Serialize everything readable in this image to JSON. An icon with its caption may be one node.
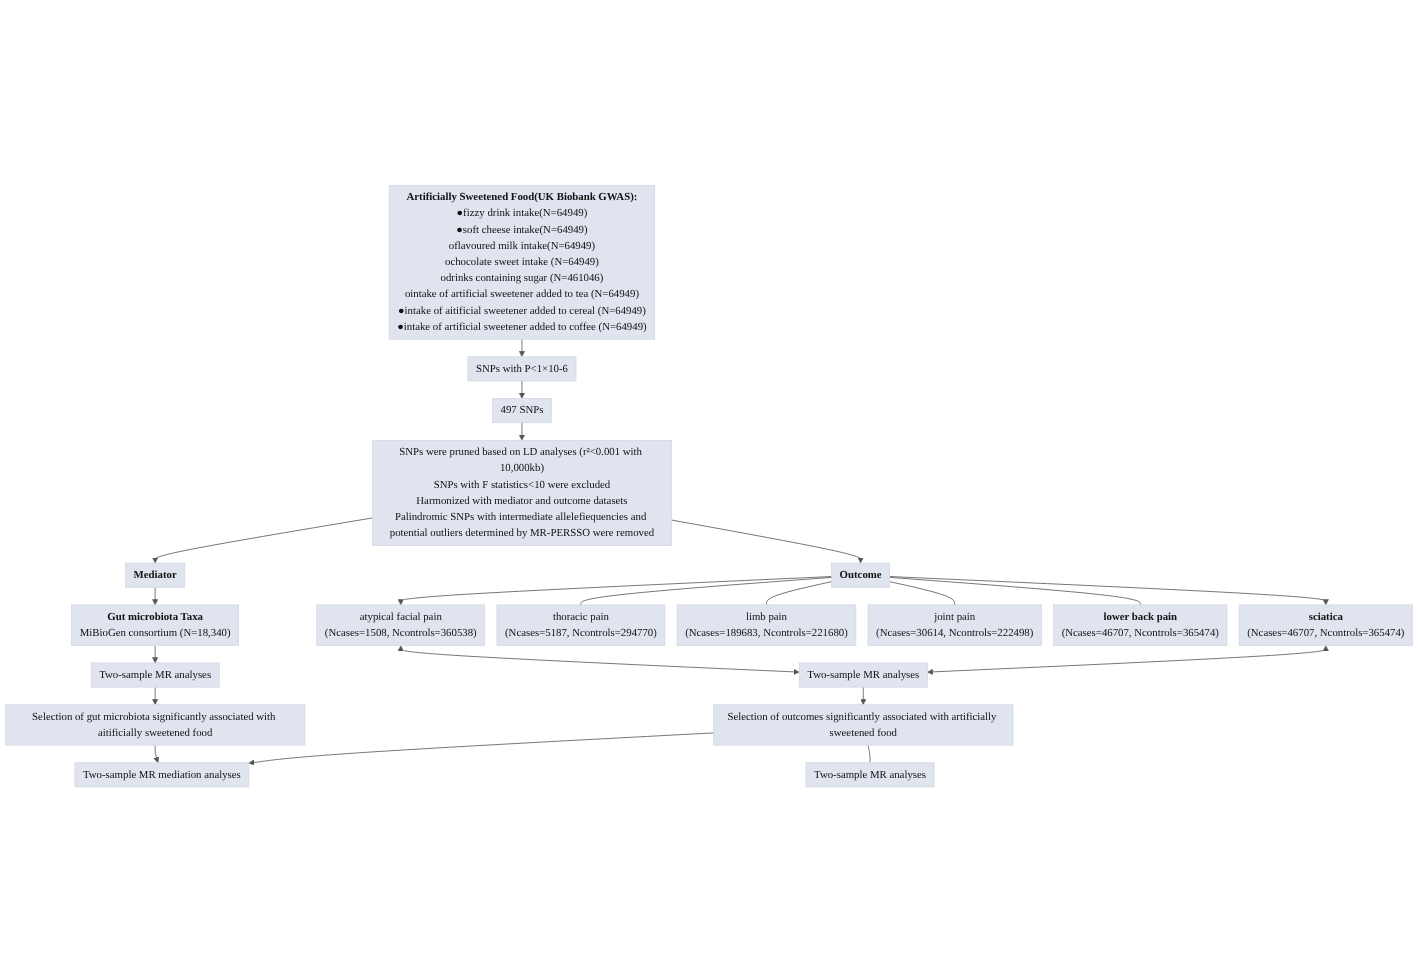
{
  "diagram": {
    "nodes": [
      {
        "text": [
          "Artificially Sweetened Food(UK Biobank GWAS):",
          "●fizzy drink intake(N=64949)",
          "●soft cheese intake(N=64949)",
          "oflavoured milk intake(N=64949)",
          "ochocolate sweet intake (N=64949)",
          "odrinks containing sugar (N=461046)",
          "ointake of artificial sweetener added to tea (N=64949)",
          "●intake of aitificial sweetener added to cereal (N=64949)",
          "●intake of artificial sweetener added to coffee (N=64949)"
        ]
      },
      {
        "text": [
          "SNPs with P<1×10-6"
        ]
      },
      {
        "text": [
          "497 SNPs"
        ]
      },
      {
        "text": [
          "SNPs were pruned based on LD analyses (r²<0.001 with 10,000kb)",
          "SNPs with F statistics<10 were excluded",
          "Harmonized with mediator and outcome datasets",
          "Palindromic SNPs with intermediate allelefiequencies and potential outliers determined by MR-PERSSO were removed"
        ]
      },
      {
        "text": [
          "Mediator"
        ]
      },
      {
        "text": [
          "Outcome"
        ]
      },
      {
        "text": [
          "Gut microbiota Taxa",
          "MiBioGen consortium (N=18,340)"
        ]
      },
      {
        "text": [
          "atypical facial pain",
          "(Ncases=1508, Ncontrols=360538)"
        ]
      },
      {
        "text": [
          "thoracic pain",
          "(Ncases=5187, Ncontrols=294770)"
        ]
      },
      {
        "text": [
          "limb pain",
          "(Ncases=189683, Ncontrols=221680)"
        ]
      },
      {
        "text": [
          "joint pain",
          "(Ncases=30614, Ncontrols=222498)"
        ]
      },
      {
        "text": [
          "lower back pain",
          "(Ncases=46707, Ncontrols=365474)"
        ]
      },
      {
        "text": [
          "sciatica",
          "(Ncases=46707, Ncontrols=365474)"
        ]
      },
      {
        "text": [
          "Two-sample MR analyses"
        ]
      },
      {
        "text": [
          "Two-sample MR analyses"
        ]
      },
      {
        "text": [
          "Selection of gut microbiota significantly associated with aitificially sweetened food"
        ]
      },
      {
        "text": [
          "Selection of outcomes significantly associated with artificially sweetened food"
        ]
      },
      {
        "text": [
          "Two-sample MR analyses"
        ]
      },
      {
        "text": [
          "Two-sample MR mediation analyses"
        ]
      }
    ],
    "edges": [
      {
        "from": 0,
        "to": 1,
        "arrow": "to"
      },
      {
        "from": 1,
        "to": 2,
        "arrow": "to"
      },
      {
        "from": 2,
        "to": 3,
        "arrow": "to"
      },
      {
        "from": 3,
        "to": 4,
        "arrow": "to"
      },
      {
        "from": 3,
        "to": 5,
        "arrow": "to"
      },
      {
        "from": 4,
        "to": 6,
        "arrow": "to"
      },
      {
        "from": 5,
        "to": 7,
        "arrow": "to"
      },
      {
        "from": 5,
        "to": 8,
        "arrow": "none"
      },
      {
        "from": 5,
        "to": 9,
        "arrow": "none"
      },
      {
        "from": 5,
        "to": 10,
        "arrow": "none"
      },
      {
        "from": 5,
        "to": 11,
        "arrow": "none"
      },
      {
        "from": 5,
        "to": 12,
        "arrow": "to"
      },
      {
        "from": 7,
        "to": 14,
        "arrow": "both"
      },
      {
        "from": 12,
        "to": 14,
        "arrow": "both"
      },
      {
        "from": 6,
        "to": 13,
        "arrow": "to"
      },
      {
        "from": 13,
        "to": 15,
        "arrow": "to"
      },
      {
        "from": 14,
        "to": 16,
        "arrow": "to"
      },
      {
        "from": 15,
        "to": 18,
        "arrow": "to"
      },
      {
        "from": 16,
        "to": 18,
        "arrow": "to"
      },
      {
        "from": 16,
        "to": 17,
        "arrow": "none"
      }
    ]
  }
}
